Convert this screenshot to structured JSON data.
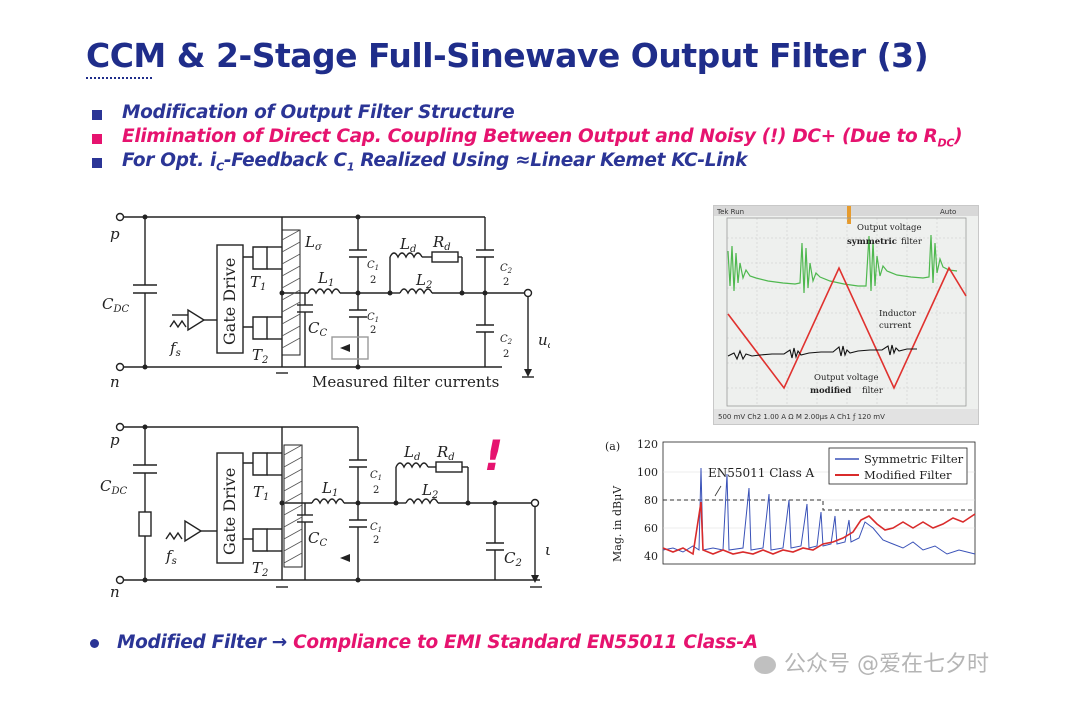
{
  "title": "CCM & 2-Stage Full-Sinewave Output Filter (3)",
  "bullets": [
    {
      "text": "Modification of Output Filter Structure",
      "color": "#2b3596"
    },
    {
      "text": "Elimination of Direct Cap. Coupling Between Output and Noisy (!) DC+ (Due to R",
      "sub": "DC",
      "tail": ")",
      "color": "#e6136f"
    },
    {
      "text": "For Opt. i",
      "sub": "C",
      "tail": "-Feedback C",
      "sub2": "1",
      "tail2": " Realized Using ≈Linear Kemet KC-Link",
      "color": "#2b3596"
    }
  ],
  "circuit_top": {
    "node_p": "p",
    "node_n": "n",
    "cap_dc": "C",
    "cap_dc_sub": "DC",
    "gate_drive": "Gate Drive",
    "fs": "f",
    "fs_sub": "s",
    "t1": "T",
    "t1_sub": "1",
    "t2": "T",
    "t2_sub": "2",
    "l_sigma": "L",
    "l_sigma_sub": "σ",
    "l1": "L",
    "l1_sub": "1",
    "cc": "C",
    "cc_sub": "C",
    "ld": "L",
    "ld_sub": "d",
    "rd": "R",
    "rd_sub": "d",
    "l2": "L",
    "l2_sub": "2",
    "c1_half_num": "C",
    "c1_half_sub": "1",
    "half_den": "2",
    "c2_num": "C",
    "c2_sub": "2",
    "ua": "u",
    "ua_sub": "a",
    "measured": "Measured filter currents"
  },
  "circuit_bottom": {
    "node_p": "p",
    "node_n": "n",
    "cap_dc": "C",
    "cap_dc_sub": "DC",
    "gate_drive": "Gate Drive",
    "fs": "f",
    "fs_sub": "s",
    "t1": "T",
    "t1_sub": "1",
    "t2": "T",
    "t2_sub": "2",
    "l1": "L",
    "l1_sub": "1",
    "cc": "C",
    "cc_sub": "C",
    "ld": "L",
    "ld_sub": "d",
    "rd": "R",
    "rd_sub": "d",
    "l2": "L",
    "l2_sub": "2",
    "c1_half_num": "C",
    "c1_half_sub": "1",
    "half_den": "2",
    "c2": "C",
    "c2_sub": "2",
    "ua": "u",
    "ua_sub": "a",
    "exclaim": "!"
  },
  "scope": {
    "header_left": "Tek Run",
    "header_right": "Auto",
    "label_sym_1": "Output voltage",
    "label_sym_2": "symmetric",
    "label_sym_3": "filter",
    "label_ind_1": "Inductor",
    "label_ind_2": "current",
    "label_mod_1": "Output voltage",
    "label_mod_2": "modified",
    "label_mod_3": "filter",
    "footer": "500 mV  Ch2  1.00 A  Ω  M 2.00µs  A  Ch1  ƒ  120 mV",
    "colors": {
      "green": "#4fb84f",
      "red": "#e0322f",
      "black": "#111111"
    }
  },
  "spectrum": {
    "tag": "(a)",
    "ylabel": "Mag. in dBμV",
    "yticks": [
      "120",
      "100",
      "80",
      "60",
      "40"
    ],
    "limit_label": "EN55011 Class A",
    "legend": [
      "Symmetric Filter",
      "Modified Filter"
    ],
    "colors": {
      "sym": "#3a52b8",
      "mod": "#d92b2b"
    }
  },
  "bottom": {
    "part1": "Modified Filter →",
    "part2": "Compliance to EMI Standard EN55011 Class-A"
  },
  "watermark": "公众号 @爱在七夕时"
}
